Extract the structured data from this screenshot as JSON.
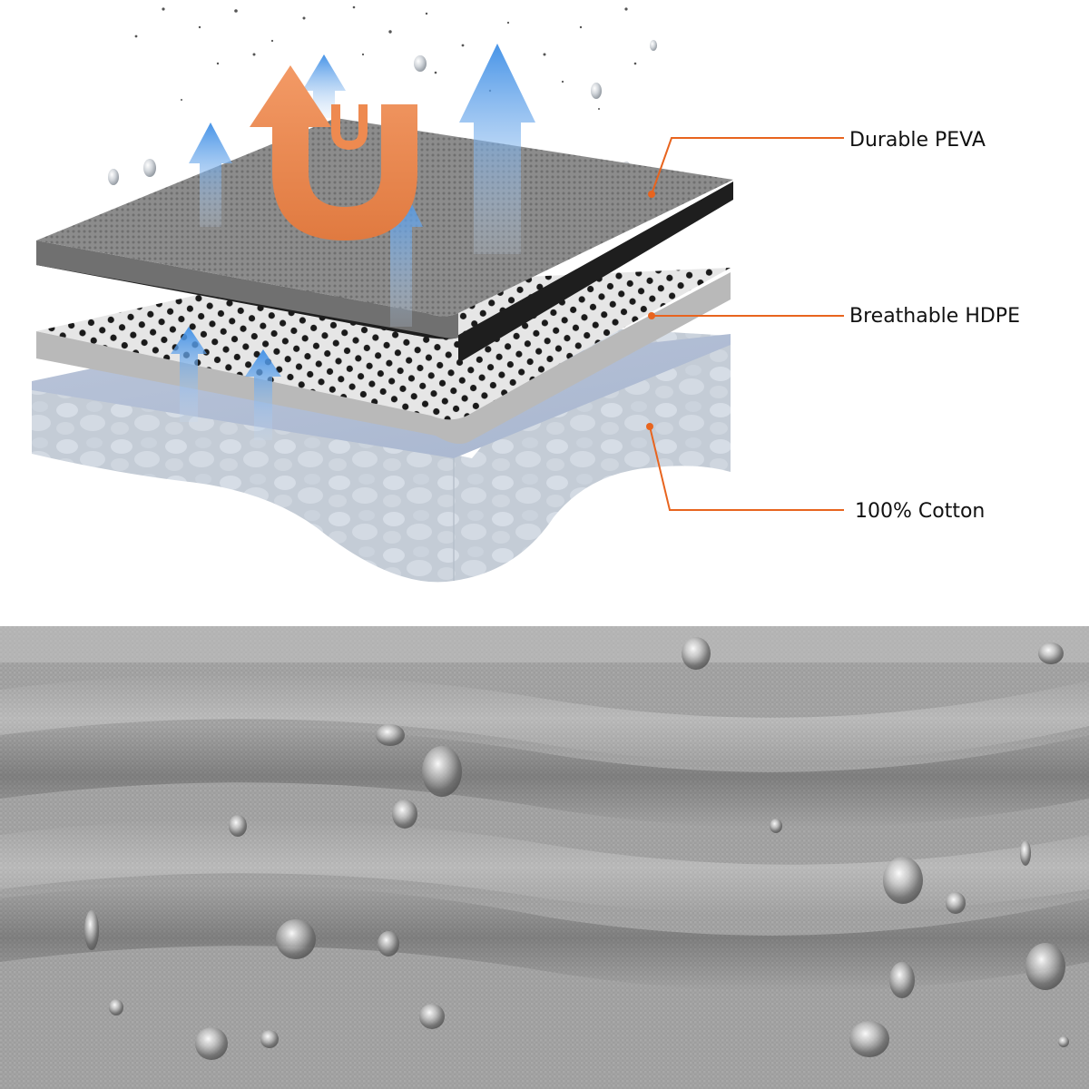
{
  "layers": [
    {
      "id": "peva",
      "label": "Durable PEVA"
    },
    {
      "id": "hdpe",
      "label": "Breathable HDPE"
    },
    {
      "id": "cotton",
      "label": "100% Cotton"
    }
  ],
  "colors": {
    "callout": "#e8641e",
    "air_arrow": "#4a90e2",
    "heat_arrow": "#ee7a3c",
    "peva_surface": "#8a8a8a",
    "peva_edge": "#1e1e1e",
    "hdpe_surface": "#e4e4e4",
    "hdpe_dots": "#1a1a1a",
    "cotton": "#bfc9d6",
    "fabric": "#9c9c9c"
  },
  "icons": {
    "air_flow": "upward-arrow-icon",
    "heat": "u-turn-arrow-icon",
    "water": "water-drop-icon"
  }
}
